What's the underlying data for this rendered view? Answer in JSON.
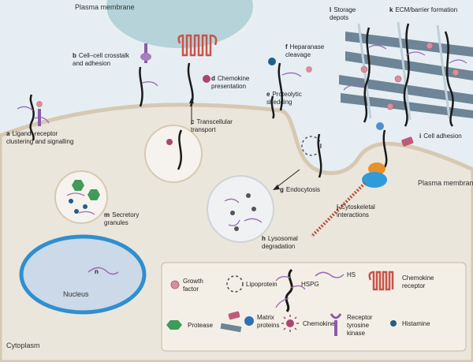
{
  "regions": {
    "plasma_membrane_top": "Plasma membrane",
    "plasma_membrane_right": "Plasma membrane",
    "cytoplasm": "Cytoplasm",
    "nucleus": "Nucleus"
  },
  "processes": [
    {
      "letter": "a",
      "text": "Ligand–receptor clustering and signalling"
    },
    {
      "letter": "b",
      "text": "Cell–cell crosstalk and adhesion"
    },
    {
      "letter": "c",
      "text": "Transcellular transport"
    },
    {
      "letter": "d",
      "text": "Chemokine presentation"
    },
    {
      "letter": "e",
      "text": "Proteolytic shedding"
    },
    {
      "letter": "f",
      "text": "Heparanase cleavage"
    },
    {
      "letter": "g",
      "text": "Endocytosis"
    },
    {
      "letter": "h",
      "text": "Lysosomal degradation"
    },
    {
      "letter": "i",
      "text": "Cell adhesion"
    },
    {
      "letter": "j",
      "text": "Cytoskeletal interactions"
    },
    {
      "letter": "k",
      "text": "ECM/barrier formation"
    },
    {
      "letter": "l",
      "text": "Storage depots"
    },
    {
      "letter": "m",
      "text": "Secretory granules"
    },
    {
      "letter": "n",
      "text": ""
    }
  ],
  "legend": {
    "growth_factor": "Growth factor",
    "lipoprotein": "Lipoprotein",
    "hspg": "HSPG",
    "hs": "HS",
    "chemokine_receptor": "Chemokine receptor",
    "protease": "Protease",
    "matrix_proteins": "Matrix proteins",
    "chemokine": "Chemokine",
    "receptor_tyrosine_kinase": "Receptor tyrosine kinase",
    "histamine": "Histamine"
  },
  "colors": {
    "extracellular": "#e6eef3",
    "cell_body": "#ebe6dc",
    "membrane": "#d9cfbd",
    "cell_above": "#b5d3d8",
    "nucleus_border": "#2f8fcf",
    "legend_bg": "#f4efe6",
    "hs_chain": "#9b6bb4",
    "core_protein": "#1a1a1a",
    "chemokine_receptor": "#c8534a",
    "growth_factor": "#d98e9c",
    "protease": "#3f9b57",
    "histamine": "#1f5f8a",
    "ecm_bar": "#6d8596"
  }
}
